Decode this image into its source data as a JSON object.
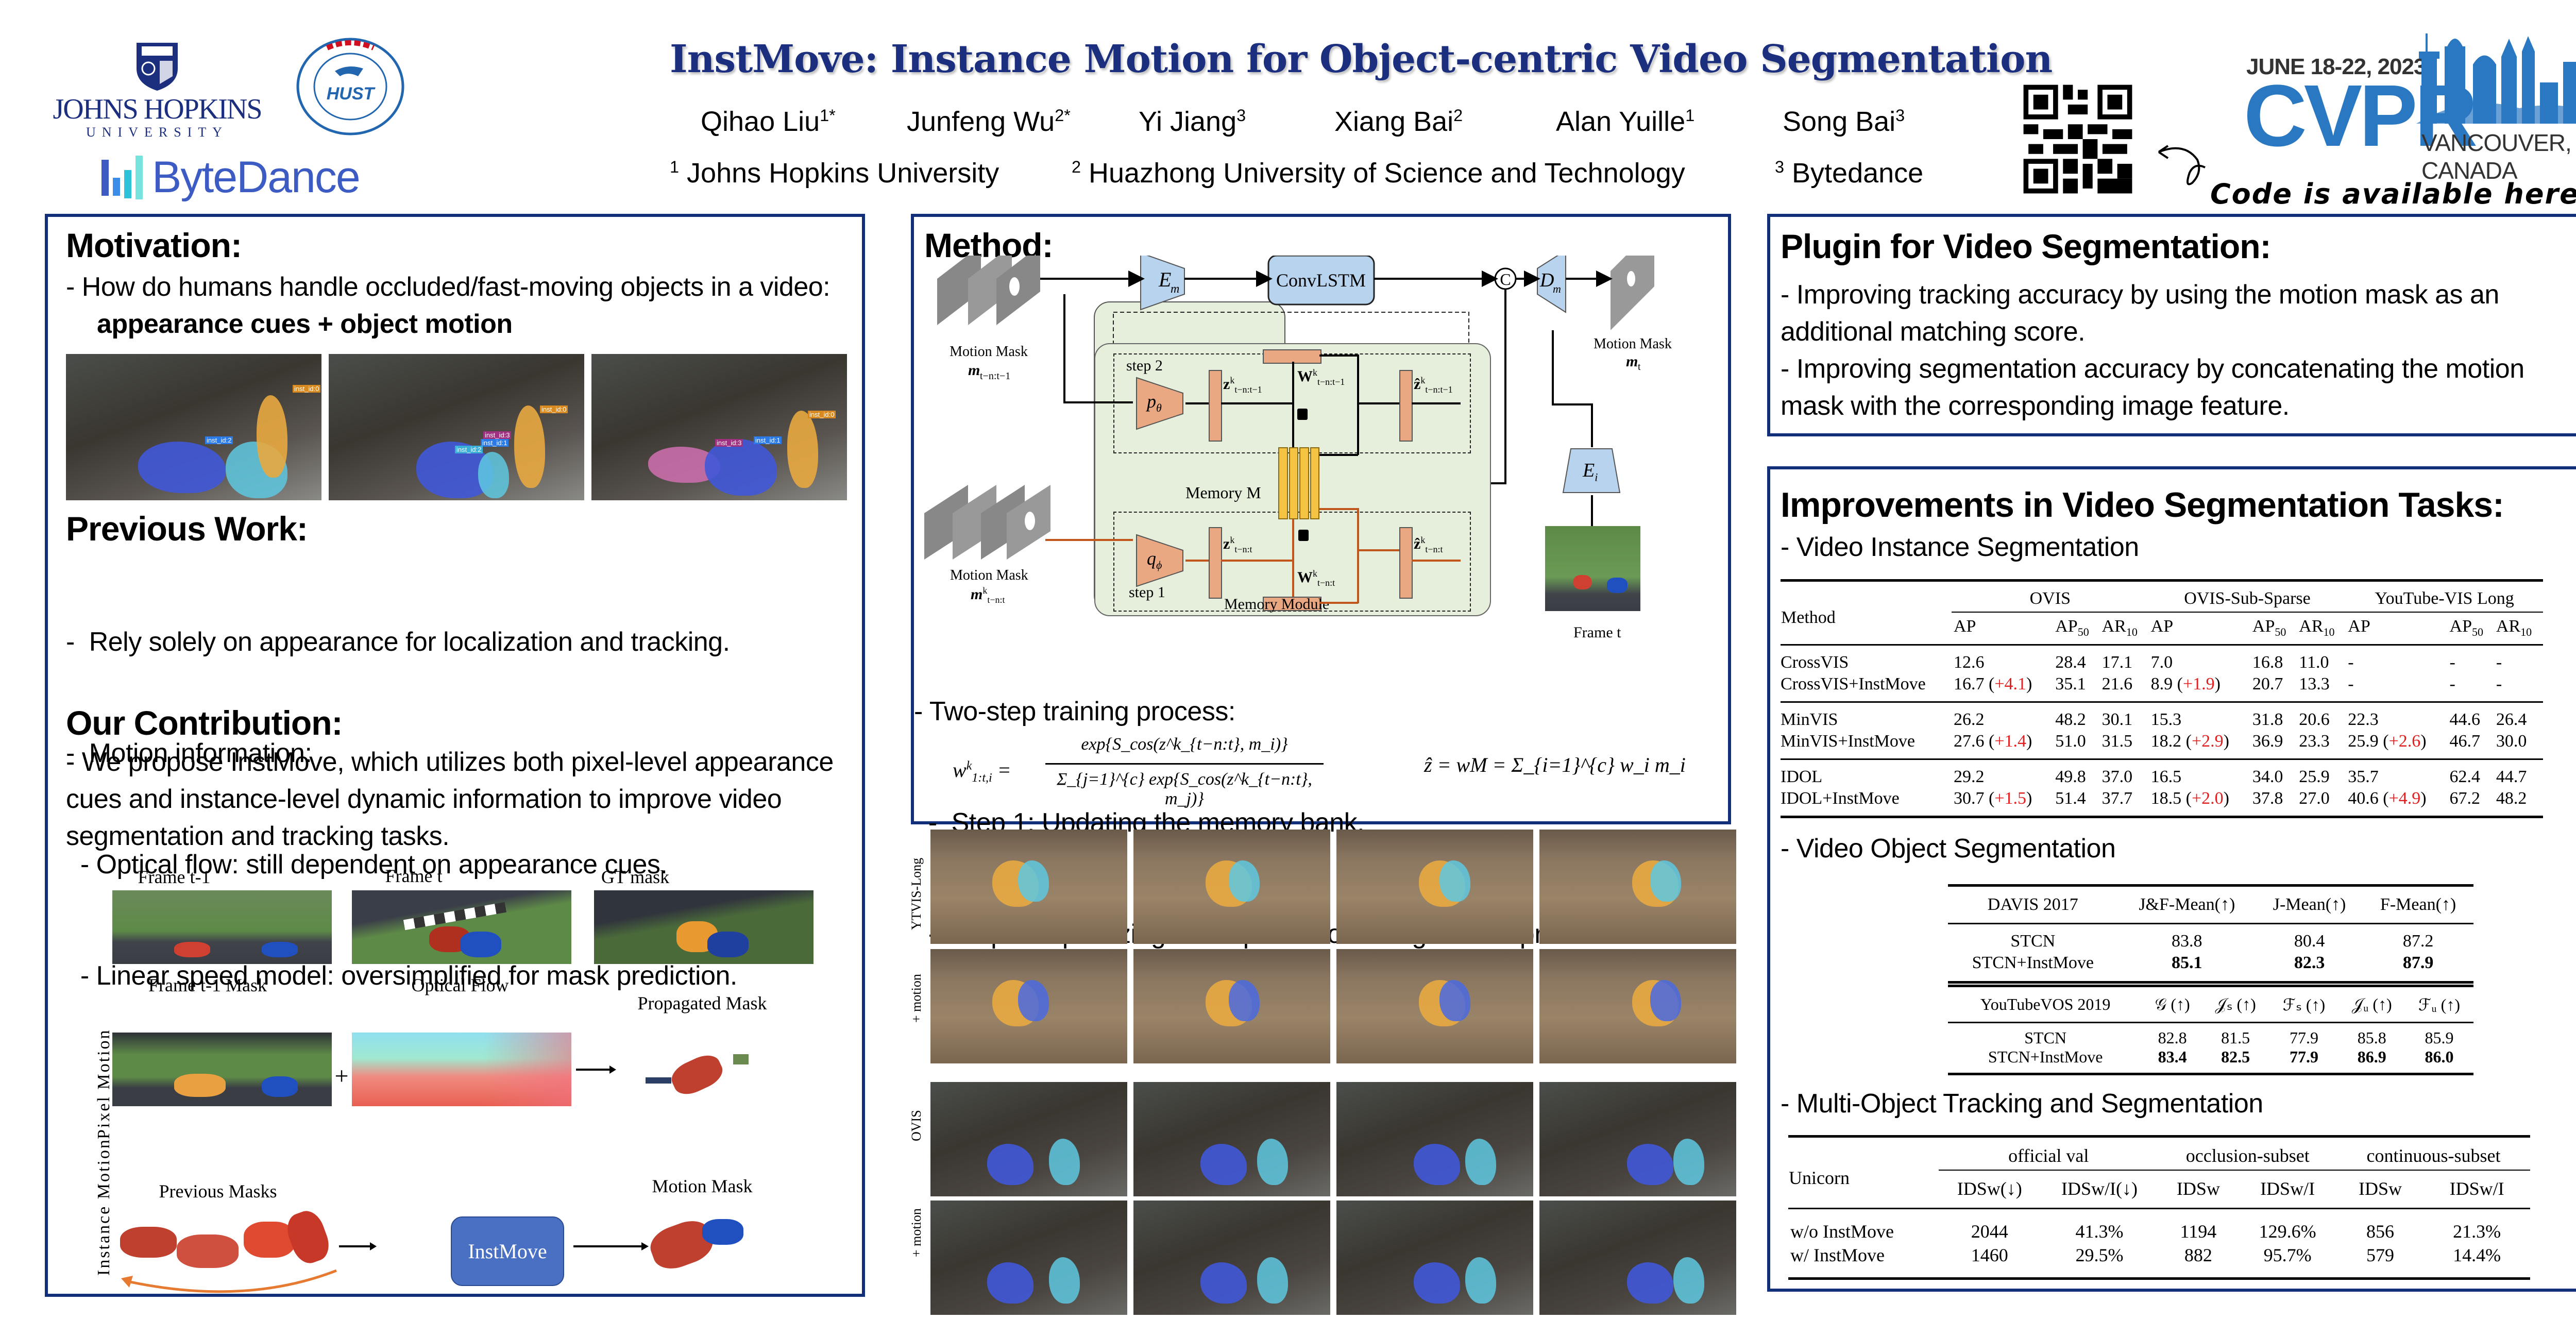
{
  "header": {
    "title": "InstMove: Instance Motion for Object-centric Video Segmentation",
    "authors": [
      {
        "name": "Qihao Liu",
        "sup": "1*"
      },
      {
        "name": "Junfeng Wu",
        "sup": "2*"
      },
      {
        "name": "Yi Jiang",
        "sup": "3"
      },
      {
        "name": "Xiang Bai",
        "sup": "2"
      },
      {
        "name": "Alan Yuille",
        "sup": "1"
      },
      {
        "name": "Song Bai",
        "sup": "3"
      }
    ],
    "affiliations": [
      {
        "sup": "1",
        "name": "Johns Hopkins University"
      },
      {
        "sup": "2",
        "name": "Huazhong University of Science and Technology"
      },
      {
        "sup": "3",
        "name": "Bytedance"
      }
    ],
    "logos": {
      "jhu_line1": "JOHNS HOPKINS",
      "jhu_line2": "UNIVERSITY",
      "hust_text": "HUST",
      "bytedance": "ByteDance"
    },
    "conference": {
      "dates": "JUNE 18-22, 2023",
      "name": "CVPR",
      "location": "VANCOUVER, CANADA"
    },
    "code_note": "Code is available here"
  },
  "motivation": {
    "heading": "Motivation:",
    "text_prefix": "-  How do humans handle occluded/fast-moving objects in a video:",
    "text_bold": "appearance cues + object motion",
    "tags": [
      [
        "inst_id:0",
        "inst_id:2"
      ],
      [
        "inst_id:0",
        "inst_id:3",
        "inst_id:1",
        "inst_id:2"
      ],
      [
        "inst_id:0",
        "inst_id:3",
        "inst_id:1"
      ]
    ]
  },
  "previous_work": {
    "heading": "Previous Work:",
    "items": [
      "-  Rely solely on appearance for localization and tracking.",
      "-  Motion information:",
      "  - Optical flow: still dependent on appearance cues.",
      "  - Linear speed model: oversimplified for mask prediction."
    ]
  },
  "contribution": {
    "heading": "Our Contribution:",
    "text": "-  We propose InstMove, which utilizes both pixel-level appearance cues and instance-level dynamic information to improve video segmentation and tracking tasks."
  },
  "figure_left": {
    "captions": {
      "frame_prev": "Frame t-1",
      "frame_t": "Frame t",
      "gt": "GT mask",
      "prev_mask": "Frame t-1 Mask",
      "flow": "Optical Flow",
      "propagated": "Propagated Mask",
      "previous_masks": "Previous Masks",
      "motion_mask": "Motion Mask",
      "instmove": "InstMove",
      "row_pixel": "Pixel Motion",
      "row_instance": "Instance Motion",
      "plus": "+"
    }
  },
  "method": {
    "heading": "Method:",
    "diagram": {
      "em": "E",
      "em_sub": "m",
      "convlstm": "ConvLSTM",
      "concat": "C",
      "dm": "D",
      "dm_sub": "m",
      "ei": "E",
      "ei_sub": "i",
      "ptheta": "p",
      "ptheta_sub": "θ",
      "qphi": "q",
      "qphi_sub": "ϕ",
      "step2": "step 2",
      "step1": "step 1",
      "memory_m": "Memory M",
      "memory_module": "Memory Module",
      "mask_in_top_label": "Motion Mask",
      "mask_in_top_sym": "m",
      "mask_in_top_sub": "t−n:t−1",
      "mask_in_bot_label": "Motion Mask",
      "mask_in_bot_sym": "m",
      "mask_in_bot_sub": "t−n:t",
      "mask_out_label": "Motion Mask",
      "mask_out_sym": "m",
      "mask_out_sub": "t",
      "sup_k": "k",
      "z_top": "z",
      "z_top_sub": "t−n:t−1",
      "w_top": "W",
      "w_top_sub": "t−n:t−1",
      "zhat_top": "ẑ",
      "zhat_top_sub": "t−n:t−1",
      "z_bot": "z",
      "z_bot_sub": "t−n:t",
      "w_bot": "W",
      "w_bot_sub": "t−n:t",
      "zhat_bot": "ẑ",
      "zhat_bot_sub": "t−n:t",
      "frame_t": "Frame t"
    },
    "training": [
      "- Two-step training process:",
      "  -  Step 1: Updating the memory bank.",
      "  -  Step 2: Optimizing mask prediction using motion prior."
    ],
    "eq1_lhs": "w",
    "eq1_lhs_sup": "k",
    "eq1_lhs_sub": "1:t,i",
    "eq1_num": "exp{S_cos(z^k_{t−n:t}, m_i)}",
    "eq1_den": "Σ_{j=1}^{c} exp{S_cos(z^k_{t−n:t}, m_j)}",
    "eq2": "ẑ = wM = Σ_{i=1}^{c} w_i m_i"
  },
  "qualitative": {
    "row_labels": [
      "YTVIS-Long",
      "+ motion",
      "OVIS",
      "+ motion"
    ]
  },
  "plugin": {
    "heading": "Plugin for Video Segmentation:",
    "items": [
      "- Improving tracking accuracy by using the motion mask as an additional matching score.",
      "- Improving segmentation accuracy by concatenating the motion mask with the corresponding image feature."
    ]
  },
  "improvements": {
    "heading": "Improvements in Video Segmentation Tasks:",
    "vis": {
      "subheading": "- Video Instance Segmentation",
      "method_col": "Method",
      "groups": [
        "OVIS",
        "OVIS-Sub-Sparse",
        "YouTube-VIS Long"
      ],
      "metrics": [
        {
          "base": "AP",
          "sub": ""
        },
        {
          "base": "AP",
          "sub": "50"
        },
        {
          "base": "AR",
          "sub": "10"
        }
      ],
      "blocks": [
        [
          {
            "method": "CrossVIS",
            "cells": [
              [
                "12.6",
                ""
              ],
              [
                "28.4",
                ""
              ],
              [
                "17.1",
                ""
              ],
              [
                "7.0",
                ""
              ],
              [
                "16.8",
                ""
              ],
              [
                "11.0",
                ""
              ],
              [
                "-",
                ""
              ],
              [
                "-",
                ""
              ],
              [
                "-",
                ""
              ]
            ]
          },
          {
            "method": "CrossVIS+InstMove",
            "cells": [
              [
                "16.7",
                "+4.1"
              ],
              [
                "35.1",
                ""
              ],
              [
                "21.6",
                ""
              ],
              [
                "8.9",
                "+1.9"
              ],
              [
                "20.7",
                ""
              ],
              [
                "13.3",
                ""
              ],
              [
                "-",
                ""
              ],
              [
                "-",
                ""
              ],
              [
                "-",
                ""
              ]
            ]
          }
        ],
        [
          {
            "method": "MinVIS",
            "cells": [
              [
                "26.2",
                ""
              ],
              [
                "48.2",
                ""
              ],
              [
                "30.1",
                ""
              ],
              [
                "15.3",
                ""
              ],
              [
                "31.8",
                ""
              ],
              [
                "20.6",
                ""
              ],
              [
                "22.3",
                ""
              ],
              [
                "44.6",
                ""
              ],
              [
                "26.4",
                ""
              ]
            ]
          },
          {
            "method": "MinVIS+InstMove",
            "cells": [
              [
                "27.6",
                "+1.4"
              ],
              [
                "51.0",
                ""
              ],
              [
                "31.5",
                ""
              ],
              [
                "18.2",
                "+2.9"
              ],
              [
                "36.9",
                ""
              ],
              [
                "23.3",
                ""
              ],
              [
                "25.9",
                "+2.6"
              ],
              [
                "46.7",
                ""
              ],
              [
                "30.0",
                ""
              ]
            ]
          }
        ],
        [
          {
            "method": "IDOL",
            "cells": [
              [
                "29.2",
                ""
              ],
              [
                "49.8",
                ""
              ],
              [
                "37.0",
                ""
              ],
              [
                "16.5",
                ""
              ],
              [
                "34.0",
                ""
              ],
              [
                "25.9",
                ""
              ],
              [
                "35.7",
                ""
              ],
              [
                "62.4",
                ""
              ],
              [
                "44.7",
                ""
              ]
            ]
          },
          {
            "method": "IDOL+InstMove",
            "cells": [
              [
                "30.7",
                "+1.5"
              ],
              [
                "51.4",
                ""
              ],
              [
                "37.7",
                ""
              ],
              [
                "18.5",
                "+2.0"
              ],
              [
                "37.8",
                ""
              ],
              [
                "27.0",
                ""
              ],
              [
                "40.6",
                "+4.9"
              ],
              [
                "67.2",
                ""
              ],
              [
                "48.2",
                ""
              ]
            ]
          }
        ]
      ]
    },
    "vos": {
      "subheading": "- Video Object Segmentation",
      "davis": {
        "headers": [
          "DAVIS 2017",
          "J&F-Mean(↑)",
          "J-Mean(↑)",
          "F-Mean(↑)"
        ],
        "rows": [
          {
            "method": "STCN",
            "values": [
              "83.8",
              "80.4",
              "87.2"
            ],
            "bold": false
          },
          {
            "method": "STCN+InstMove",
            "values": [
              "85.1",
              "82.3",
              "87.9"
            ],
            "bold": true
          }
        ]
      },
      "ytvos": {
        "headers": [
          "YouTubeVOS 2019",
          "𝒢 (↑)",
          "𝒥ₛ (↑)",
          "ℱₛ (↑)",
          "𝒥ᵤ (↑)",
          "ℱᵤ (↑)"
        ],
        "rows": [
          {
            "method": "STCN",
            "values": [
              "82.8",
              "81.5",
              "77.9",
              "85.8",
              "85.9"
            ],
            "bold": false
          },
          {
            "method": "STCN+InstMove",
            "values": [
              "83.4",
              "82.5",
              "77.9",
              "86.9",
              "86.0"
            ],
            "bold": true
          }
        ]
      }
    },
    "mots": {
      "subheading": "- Multi-Object Tracking and Segmentation",
      "method_col": "Unicorn",
      "groups": [
        "official val",
        "occlusion-subset",
        "continuous-subset"
      ],
      "metrics": [
        "IDSw(↓)",
        "IDSw/I(↓)",
        "IDSw",
        "IDSw/I",
        "IDSw",
        "IDSw/I"
      ],
      "rows": [
        {
          "method": "w/o InstMove",
          "values": [
            "2044",
            "41.3%",
            "1194",
            "129.6%",
            "856",
            "21.3%"
          ]
        },
        {
          "method": "w/ InstMove",
          "values": [
            "1460",
            "29.5%",
            "882",
            "95.7%",
            "579",
            "14.4%"
          ]
        }
      ]
    }
  },
  "colors": {
    "panel_border": "#12307a",
    "title": "#1b2f7e",
    "cvpr_blue": "#2b78c2",
    "gain_red": "#e02020",
    "encoder_blue": "#b8d3ee",
    "prior_orange": "#eaa882",
    "memory_green": "#e6efdb",
    "memory_yellow": "#f5c342",
    "step1_orange": "#c0561b"
  }
}
